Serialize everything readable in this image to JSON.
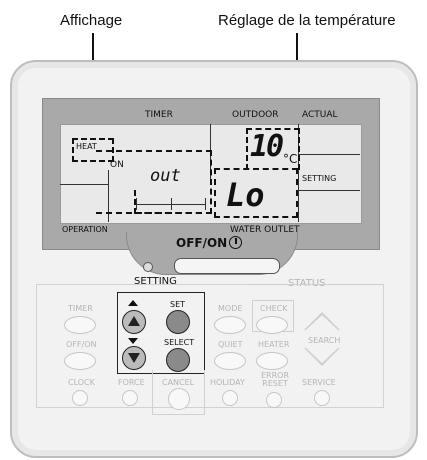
{
  "annotations": {
    "left": "Affichage",
    "right": "Réglage de la température"
  },
  "panel": {
    "timer": "TIMER",
    "outdoor": "OUTDOOR",
    "actual": "ACTUAL",
    "heat": "HEAT",
    "on": "ON",
    "digits_top": "10",
    "unit": "°C",
    "setting": "SETTING",
    "out_text": "out",
    "lo_text": "Lo",
    "operation": "OPERATION",
    "water_outlet": "WATER OUTLET",
    "offon": "OFF/ON"
  },
  "controls": {
    "setting": "SETTING",
    "status": "STATUS",
    "timer": "TIMER",
    "offon": "OFF/ON",
    "clock": "CLOCK",
    "force": "FORCE",
    "set": "SET",
    "select": "SELECT",
    "cancel": "CANCEL",
    "mode": "MODE",
    "quiet": "QUIET",
    "holiday": "HOLIDAY",
    "check": "CHECK",
    "heater": "HEATER",
    "error_reset": "ERROR RESET",
    "search": "SEARCH",
    "service": "SERVICE"
  }
}
